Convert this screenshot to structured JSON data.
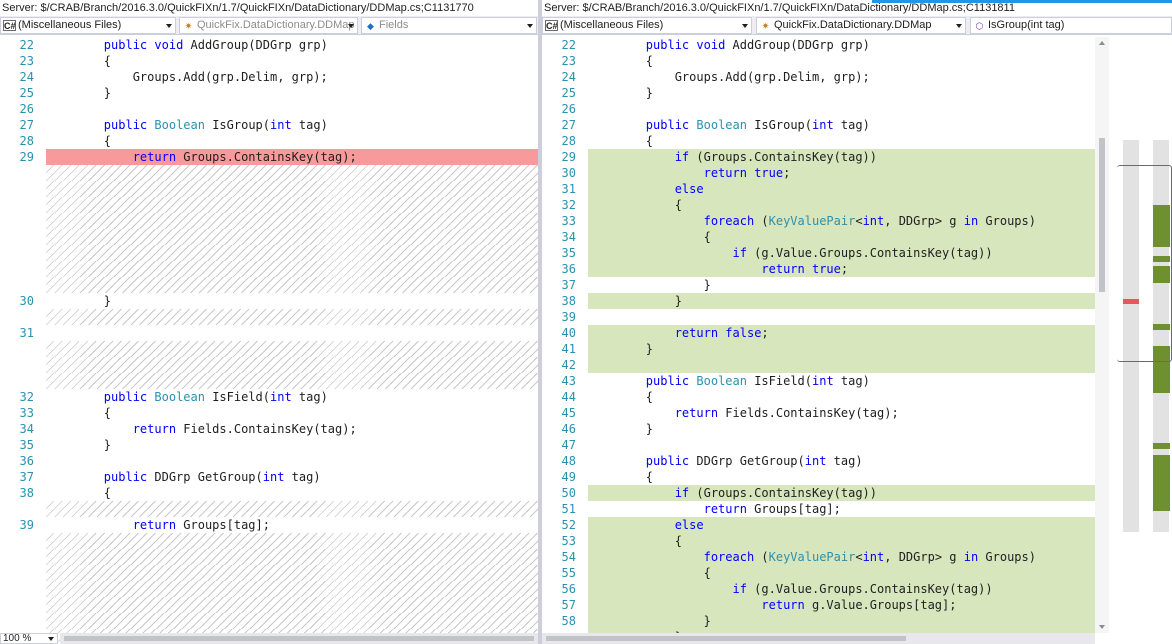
{
  "left": {
    "server_path": "Server: $/CRAB/Branch/2016.3.0/QuickFIXn/1.7/QuickFIXn/DataDictionary/DDMap.cs;C1131770",
    "nav": {
      "project": "(Miscellaneous Files)",
      "type": "QuickFix.DataDictionary.DDMap",
      "member": "Fields"
    },
    "zoom": "100 %",
    "lines": [
      {
        "n": "22",
        "code": [
          {
            "t": "        "
          },
          {
            "t": "public",
            "c": "kw"
          },
          {
            "t": " "
          },
          {
            "t": "void",
            "c": "kw"
          },
          {
            "t": " AddGroup(DDGrp grp)"
          }
        ]
      },
      {
        "n": "23",
        "code": [
          {
            "t": "        {"
          }
        ]
      },
      {
        "n": "24",
        "code": [
          {
            "t": "            Groups.Add(grp.Delim, grp);"
          }
        ]
      },
      {
        "n": "25",
        "code": [
          {
            "t": "        }"
          }
        ]
      },
      {
        "n": "26",
        "code": []
      },
      {
        "n": "27",
        "code": [
          {
            "t": "        "
          },
          {
            "t": "public",
            "c": "kw"
          },
          {
            "t": " "
          },
          {
            "t": "Boolean",
            "c": "ty"
          },
          {
            "t": " IsGroup("
          },
          {
            "t": "int",
            "c": "kw"
          },
          {
            "t": " tag)"
          }
        ]
      },
      {
        "n": "28",
        "code": [
          {
            "t": "        {"
          }
        ]
      },
      {
        "n": "29",
        "hl": "del",
        "code": [
          {
            "t": "            "
          },
          {
            "t": "return",
            "c": "kw"
          },
          {
            "t": " Groups.ContainsKey(tag);"
          }
        ]
      },
      {
        "hl": "filler",
        "code": []
      },
      {
        "hl": "filler",
        "code": []
      },
      {
        "hl": "filler",
        "code": []
      },
      {
        "hl": "filler",
        "code": []
      },
      {
        "hl": "filler",
        "code": []
      },
      {
        "hl": "filler",
        "code": []
      },
      {
        "hl": "filler",
        "code": []
      },
      {
        "hl": "filler",
        "code": []
      },
      {
        "n": "30",
        "code": [
          {
            "t": "        }"
          }
        ]
      },
      {
        "hl": "filler",
        "code": []
      },
      {
        "n": "31",
        "code": []
      },
      {
        "hl": "filler",
        "code": []
      },
      {
        "hl": "filler",
        "code": []
      },
      {
        "hl": "filler",
        "code": []
      },
      {
        "n": "32",
        "code": [
          {
            "t": "        "
          },
          {
            "t": "public",
            "c": "kw"
          },
          {
            "t": " "
          },
          {
            "t": "Boolean",
            "c": "ty"
          },
          {
            "t": " IsField("
          },
          {
            "t": "int",
            "c": "kw"
          },
          {
            "t": " tag)"
          }
        ]
      },
      {
        "n": "33",
        "code": [
          {
            "t": "        {"
          }
        ]
      },
      {
        "n": "34",
        "code": [
          {
            "t": "            "
          },
          {
            "t": "return",
            "c": "kw"
          },
          {
            "t": " Fields.ContainsKey(tag);"
          }
        ]
      },
      {
        "n": "35",
        "code": [
          {
            "t": "        }"
          }
        ]
      },
      {
        "n": "36",
        "code": []
      },
      {
        "n": "37",
        "code": [
          {
            "t": "        "
          },
          {
            "t": "public",
            "c": "kw"
          },
          {
            "t": " DDGrp GetGroup("
          },
          {
            "t": "int",
            "c": "kw"
          },
          {
            "t": " tag)"
          }
        ]
      },
      {
        "n": "38",
        "code": [
          {
            "t": "        {"
          }
        ]
      },
      {
        "hl": "filler",
        "code": []
      },
      {
        "n": "39",
        "code": [
          {
            "t": "            "
          },
          {
            "t": "return",
            "c": "kw"
          },
          {
            "t": " Groups[tag];"
          }
        ]
      },
      {
        "hl": "filler",
        "code": []
      },
      {
        "hl": "filler",
        "code": []
      },
      {
        "hl": "filler",
        "code": []
      },
      {
        "hl": "filler",
        "code": []
      },
      {
        "hl": "filler",
        "code": []
      },
      {
        "hl": "filler",
        "code": []
      },
      {
        "hl": "filler",
        "code": []
      },
      {
        "hl": "filler",
        "code": []
      }
    ]
  },
  "right": {
    "server_path": "Server: $/CRAB/Branch/2016.3.0/QuickFIXn/1.7/QuickFIXn/DataDictionary/DDMap.cs;C1131811",
    "nav": {
      "project": "(Miscellaneous Files)",
      "type": "QuickFix.DataDictionary.DDMap",
      "member": "IsGroup(int tag)"
    },
    "lines": [
      {
        "n": "22",
        "code": [
          {
            "t": "        "
          },
          {
            "t": "public",
            "c": "kw"
          },
          {
            "t": " "
          },
          {
            "t": "void",
            "c": "kw"
          },
          {
            "t": " AddGroup(DDGrp grp)"
          }
        ]
      },
      {
        "n": "23",
        "code": [
          {
            "t": "        {"
          }
        ]
      },
      {
        "n": "24",
        "code": [
          {
            "t": "            Groups.Add(grp.Delim, grp);"
          }
        ]
      },
      {
        "n": "25",
        "code": [
          {
            "t": "        }"
          }
        ]
      },
      {
        "n": "26",
        "code": []
      },
      {
        "n": "27",
        "code": [
          {
            "t": "        "
          },
          {
            "t": "public",
            "c": "kw"
          },
          {
            "t": " "
          },
          {
            "t": "Boolean",
            "c": "ty"
          },
          {
            "t": " IsGroup("
          },
          {
            "t": "int",
            "c": "kw"
          },
          {
            "t": " tag)"
          }
        ]
      },
      {
        "n": "28",
        "code": [
          {
            "t": "        {"
          }
        ]
      },
      {
        "n": "29",
        "hl": "add",
        "code": [
          {
            "t": "            "
          },
          {
            "t": "if",
            "c": "kw"
          },
          {
            "t": " (Groups.ContainsKey(tag))"
          }
        ]
      },
      {
        "n": "30",
        "hl": "add",
        "code": [
          {
            "t": "                "
          },
          {
            "t": "return",
            "c": "kw"
          },
          {
            "t": " "
          },
          {
            "t": "true",
            "c": "kw"
          },
          {
            "t": ";"
          }
        ]
      },
      {
        "n": "31",
        "hl": "add",
        "code": [
          {
            "t": "            "
          },
          {
            "t": "else",
            "c": "kw"
          }
        ]
      },
      {
        "n": "32",
        "hl": "add",
        "code": [
          {
            "t": "            {"
          }
        ]
      },
      {
        "n": "33",
        "hl": "add",
        "code": [
          {
            "t": "                "
          },
          {
            "t": "foreach",
            "c": "kw"
          },
          {
            "t": " ("
          },
          {
            "t": "KeyValuePair",
            "c": "ty"
          },
          {
            "t": "<"
          },
          {
            "t": "int",
            "c": "kw"
          },
          {
            "t": ", DDGrp> g "
          },
          {
            "t": "in",
            "c": "kw"
          },
          {
            "t": " Groups)"
          }
        ]
      },
      {
        "n": "34",
        "hl": "add",
        "code": [
          {
            "t": "                {"
          }
        ]
      },
      {
        "n": "35",
        "hl": "add",
        "code": [
          {
            "t": "                    "
          },
          {
            "t": "if",
            "c": "kw"
          },
          {
            "t": " (g.Value.Groups.ContainsKey(tag))"
          }
        ]
      },
      {
        "n": "36",
        "hl": "add",
        "code": [
          {
            "t": "                        "
          },
          {
            "t": "return",
            "c": "kw"
          },
          {
            "t": " "
          },
          {
            "t": "true",
            "c": "kw"
          },
          {
            "t": ";"
          }
        ]
      },
      {
        "n": "37",
        "code": [
          {
            "t": "                }"
          }
        ]
      },
      {
        "n": "38",
        "hl": "add",
        "code": [
          {
            "t": "            }"
          }
        ]
      },
      {
        "n": "39",
        "code": []
      },
      {
        "n": "40",
        "hl": "add",
        "code": [
          {
            "t": "            "
          },
          {
            "t": "return",
            "c": "kw"
          },
          {
            "t": " "
          },
          {
            "t": "false",
            "c": "kw"
          },
          {
            "t": ";"
          }
        ]
      },
      {
        "n": "41",
        "hl": "add",
        "code": [
          {
            "t": "        }"
          }
        ]
      },
      {
        "n": "42",
        "hl": "add",
        "code": []
      },
      {
        "n": "43",
        "code": [
          {
            "t": "        "
          },
          {
            "t": "public",
            "c": "kw"
          },
          {
            "t": " "
          },
          {
            "t": "Boolean",
            "c": "ty"
          },
          {
            "t": " IsField("
          },
          {
            "t": "int",
            "c": "kw"
          },
          {
            "t": " tag)"
          }
        ]
      },
      {
        "n": "44",
        "code": [
          {
            "t": "        {"
          }
        ]
      },
      {
        "n": "45",
        "code": [
          {
            "t": "            "
          },
          {
            "t": "return",
            "c": "kw"
          },
          {
            "t": " Fields.ContainsKey(tag);"
          }
        ]
      },
      {
        "n": "46",
        "code": [
          {
            "t": "        }"
          }
        ]
      },
      {
        "n": "47",
        "code": []
      },
      {
        "n": "48",
        "code": [
          {
            "t": "        "
          },
          {
            "t": "public",
            "c": "kw"
          },
          {
            "t": " DDGrp GetGroup("
          },
          {
            "t": "int",
            "c": "kw"
          },
          {
            "t": " tag)"
          }
        ]
      },
      {
        "n": "49",
        "code": [
          {
            "t": "        {"
          }
        ]
      },
      {
        "n": "50",
        "hl": "add",
        "code": [
          {
            "t": "            "
          },
          {
            "t": "if",
            "c": "kw"
          },
          {
            "t": " (Groups.ContainsKey(tag))"
          }
        ]
      },
      {
        "n": "51",
        "code": [
          {
            "t": "                "
          },
          {
            "t": "return",
            "c": "kw"
          },
          {
            "t": " Groups[tag];"
          }
        ]
      },
      {
        "n": "52",
        "hl": "add",
        "code": [
          {
            "t": "            "
          },
          {
            "t": "else",
            "c": "kw"
          }
        ]
      },
      {
        "n": "53",
        "hl": "add",
        "code": [
          {
            "t": "            {"
          }
        ]
      },
      {
        "n": "54",
        "hl": "add",
        "code": [
          {
            "t": "                "
          },
          {
            "t": "foreach",
            "c": "kw"
          },
          {
            "t": " ("
          },
          {
            "t": "KeyValuePair",
            "c": "ty"
          },
          {
            "t": "<"
          },
          {
            "t": "int",
            "c": "kw"
          },
          {
            "t": ", DDGrp> g "
          },
          {
            "t": "in",
            "c": "kw"
          },
          {
            "t": " Groups)"
          }
        ]
      },
      {
        "n": "55",
        "hl": "add",
        "code": [
          {
            "t": "                {"
          }
        ]
      },
      {
        "n": "56",
        "hl": "add",
        "code": [
          {
            "t": "                    "
          },
          {
            "t": "if",
            "c": "kw"
          },
          {
            "t": " (g.Value.Groups.ContainsKey(tag))"
          }
        ]
      },
      {
        "n": "57",
        "hl": "add",
        "code": [
          {
            "t": "                        "
          },
          {
            "t": "return",
            "c": "kw"
          },
          {
            "t": " g.Value.Groups[tag];"
          }
        ]
      },
      {
        "n": "58",
        "hl": "add",
        "code": [
          {
            "t": "                }"
          }
        ]
      },
      {
        "hl": "add",
        "code": [
          {
            "t": "            }"
          }
        ]
      }
    ]
  },
  "colors": {
    "added_bg": "#d8e6be",
    "removed_bg": "#f89a9b",
    "overview_added": "#6f9030",
    "overview_removed": "#e8555a"
  }
}
